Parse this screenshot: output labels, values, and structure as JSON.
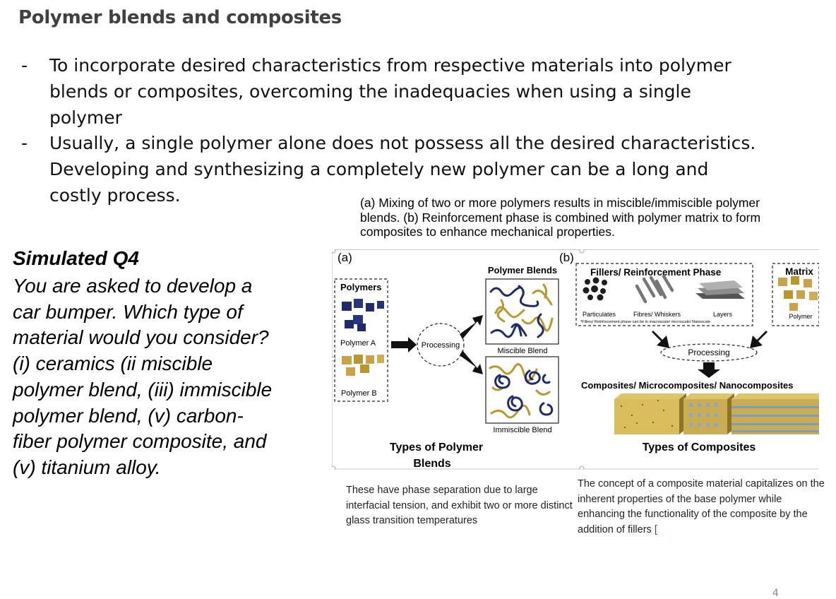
{
  "slide": {
    "title": "Polymer blends and composites",
    "page_number": "4"
  },
  "bullets": [
    {
      "dash": "-",
      "text": "To incorporate desired characteristics from respective materials into polymer blends or composites, overcoming the inadequacies when using a single polymer"
    },
    {
      "dash": "-",
      "text": "Usually, a single polymer alone does not possess all the desired characteristics. Developing and synthesizing a completely new polymer can be a long and costly process."
    }
  ],
  "figure": {
    "caption": "(a) Mixing of two or more polymers results in miscible/immiscible polymer blends. (b) Reinforcement phase is combined with polymer matrix to form composites to enhance mechanical properties.",
    "panel_a": {
      "label": "(a)",
      "polymers_box_title": "Polymers",
      "polymer_a": "Polymer A",
      "polymer_b": "Polymer B",
      "processing": "Processing",
      "blends_title": "Polymer Blends",
      "miscible": "Miscible Blend",
      "immiscible": "Immiscible Blend",
      "footer_line1": "Types of Polymer",
      "footer_line2": "Blends"
    },
    "panel_b": {
      "label": "(b)",
      "fillers_title": "Fillers/ Reinforcement Phase",
      "matrix_title": "Matrix",
      "particulates": "Particulates",
      "fibres": "Fibres/ Whiskers",
      "layers": "Layers",
      "fillers_note": "*Fillers/ Reinforcement phase can be in macroscale/ microscale/ Nanoscale",
      "polymer": "Polymer",
      "processing": "Processing",
      "composites_title": "Composites/ Microcomposites/ Nanocomposites",
      "footer": "Types of Composites"
    },
    "colors": {
      "navy": "#1f2a6b",
      "gold": "#b8972e",
      "cube_gold": "#c9a24a",
      "slab_top": "#d9bc5c",
      "slab_side": "#8f7427",
      "layer_blue": "#7f9bbd"
    }
  },
  "question": {
    "title": "Simulated Q4",
    "body": "You are asked to develop a car bumper. Which type of material would you consider?  (i) ceramics (ii miscible polymer blend, (iii) immiscible polymer blend, (v) carbon-fiber polymer composite, and (v) titanium alloy."
  },
  "notes": {
    "left": "These have phase separation due to large interfacial tension, and exhibit two or more distinct glass transition temperatures",
    "right": "The concept of a composite material capitalizes on the inherent properties of the base polymer while enhancing the functionality of the composite by the addition of fillers",
    "right_link": "["
  }
}
